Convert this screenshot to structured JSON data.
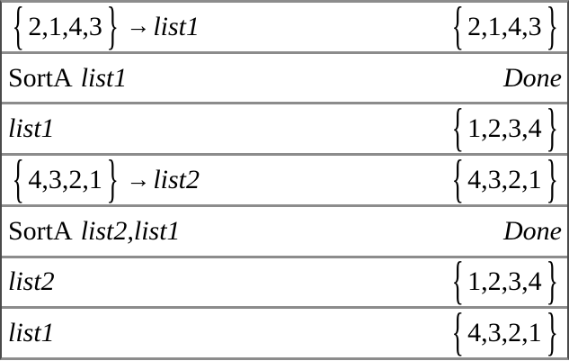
{
  "app": {
    "title": "CAS Calculator History",
    "accent_color": "#8c8c8c",
    "border_color": "#4a4a4a",
    "background_color": "#ffffff",
    "text_color": "#000000"
  },
  "symbols": {
    "store_arrow": "→",
    "brace_open": "{",
    "brace_close": "}",
    "comma": ","
  },
  "history": {
    "rows": [
      {
        "index": 1,
        "expression_text": "{2,1,4,3}→list1",
        "result_text": "{2,1,4,3}",
        "expr": {
          "kind": "store",
          "list_open": "{",
          "list_items": "2,1,4,3",
          "list_close": "}",
          "arrow": "→",
          "target": "list1"
        },
        "result": {
          "kind": "list",
          "open": "{",
          "items": "2,1,4,3",
          "close": "}"
        }
      },
      {
        "index": 2,
        "expression_text": "SortA list1",
        "result_text": "Done",
        "expr": {
          "kind": "command",
          "command": "SortA",
          "args": "list1"
        },
        "result": {
          "kind": "word",
          "text": "Done"
        }
      },
      {
        "index": 3,
        "expression_text": "list1",
        "result_text": "{1,2,3,4}",
        "expr": {
          "kind": "identifier",
          "name": "list1"
        },
        "result": {
          "kind": "list",
          "open": "{",
          "items": "1,2,3,4",
          "close": "}"
        }
      },
      {
        "index": 4,
        "expression_text": "{4,3,2,1}→list2",
        "result_text": "{4,3,2,1}",
        "expr": {
          "kind": "store",
          "list_open": "{",
          "list_items": "4,3,2,1",
          "list_close": "}",
          "arrow": "→",
          "target": "list2"
        },
        "result": {
          "kind": "list",
          "open": "{",
          "items": "4,3,2,1",
          "close": "}"
        }
      },
      {
        "index": 5,
        "expression_text": "SortA list2,list1",
        "result_text": "Done",
        "expr": {
          "kind": "command",
          "command": "SortA",
          "args": "list2,list1"
        },
        "result": {
          "kind": "word",
          "text": "Done"
        }
      },
      {
        "index": 6,
        "expression_text": "list2",
        "result_text": "{1,2,3,4}",
        "expr": {
          "kind": "identifier",
          "name": "list2"
        },
        "result": {
          "kind": "list",
          "open": "{",
          "items": "1,2,3,4",
          "close": "}"
        }
      },
      {
        "index": 7,
        "expression_text": "list1",
        "result_text": "{4,3,2,1}",
        "expr": {
          "kind": "identifier",
          "name": "list1"
        },
        "result": {
          "kind": "list",
          "open": "{",
          "items": "4,3,2,1",
          "close": "}"
        }
      }
    ]
  }
}
